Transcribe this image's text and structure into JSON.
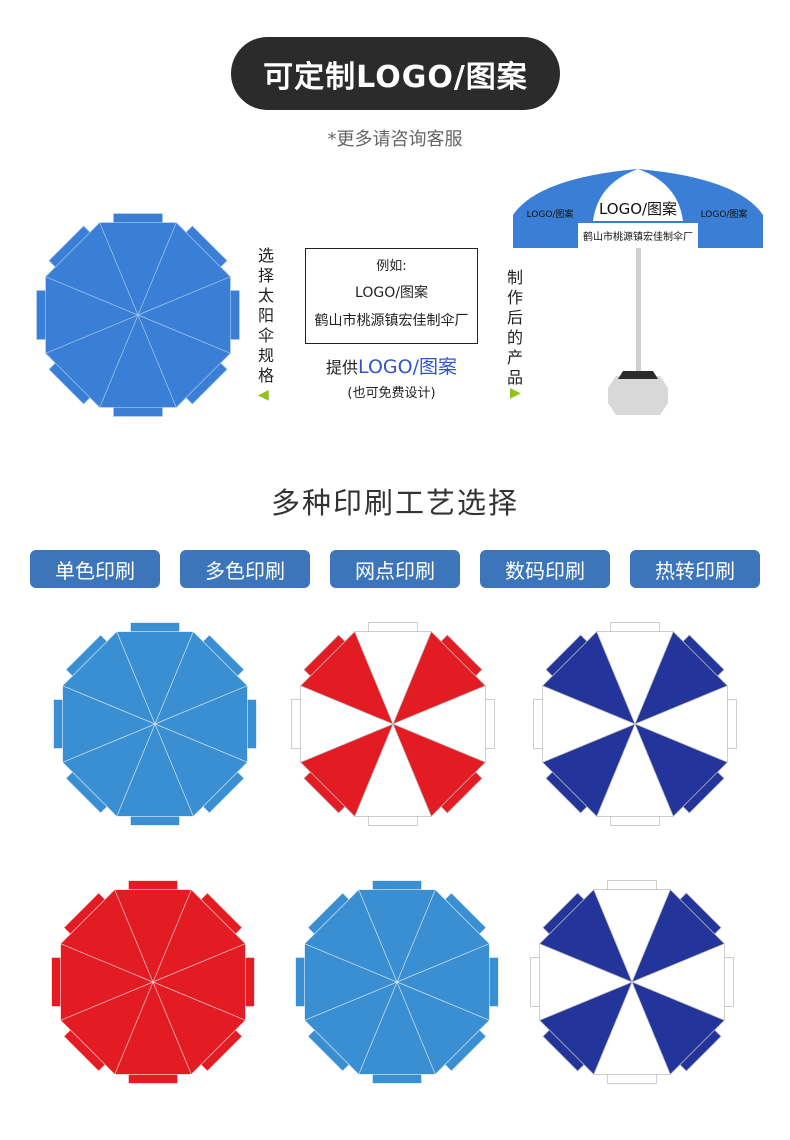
{
  "header": {
    "title": "可定制LOGO/图案",
    "subtitle": "*更多请咨询客服"
  },
  "steps": {
    "choose_label": "选择太阳伞规格",
    "example_head": "例如:",
    "example_line1": "LOGO/图案",
    "example_line2": "鹤山市桃源镇宏佳制伞厂",
    "provide_prefix": "提供",
    "provide_highlight": "LOGO/图案",
    "provide_sub": "(也可免费设计)",
    "made_label": "制作后的产品",
    "product_center_text": "LOGO/图案",
    "product_side_text": "LOGO/图案",
    "product_band_text": "鹤山市桃源镇宏佳制伞厂"
  },
  "printing": {
    "title": "多种印刷工艺选择",
    "methods": [
      "单色印刷",
      "多色印刷",
      "网点印刷",
      "数码印刷",
      "热转印刷"
    ]
  },
  "samples": [
    {
      "name": "cctv",
      "colors": [
        "#3a8fd2",
        "#3a8fd2"
      ]
    },
    {
      "name": "tata",
      "colors": [
        "#e31b23",
        "#ffffff"
      ]
    },
    {
      "name": "eleme",
      "colors": [
        "#23349a",
        "#ffffff"
      ]
    },
    {
      "name": "red-logo",
      "colors": [
        "#e31b23",
        "#e31b23"
      ]
    },
    {
      "name": "beer",
      "colors": [
        "#3a8fd2",
        "#3a8fd2"
      ]
    },
    {
      "name": "mobile",
      "colors": [
        "#23349a",
        "#ffffff"
      ]
    }
  ],
  "colors": {
    "accent_blue": "#3c75b9",
    "umbrella_blue": "#3a7fd5",
    "arrow_green": "#8dc21f"
  }
}
